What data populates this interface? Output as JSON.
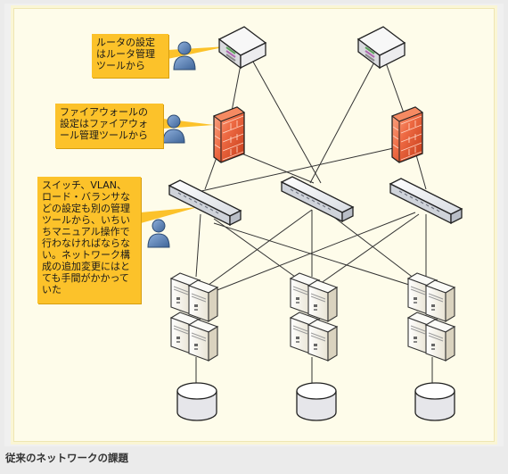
{
  "callouts": {
    "router": "ルータの設定\nはルータ管理\nツールから",
    "firewall": "ファイアウォールの\n設定はファイアウォ\nール管理ツールから",
    "switch": "スイッチ、VLAN、\nロード・バランサな\nどの設定も別の管理\nツールから、いちい\nちマニュアル操作で\n行わなければならな\nい。ネットワーク構\n成の追加変更にはと\nても手間がかかって\nいた"
  },
  "caption": "従来のネットワークの課題",
  "colors": {
    "callout": "#fcc22a",
    "firewall": "#e8552f",
    "person": "#5b7fb0",
    "panel": "#fefcea"
  },
  "icons": [
    "router-icon",
    "firewall-icon",
    "switch-icon",
    "server-icon",
    "storage-icon",
    "person-icon"
  ]
}
